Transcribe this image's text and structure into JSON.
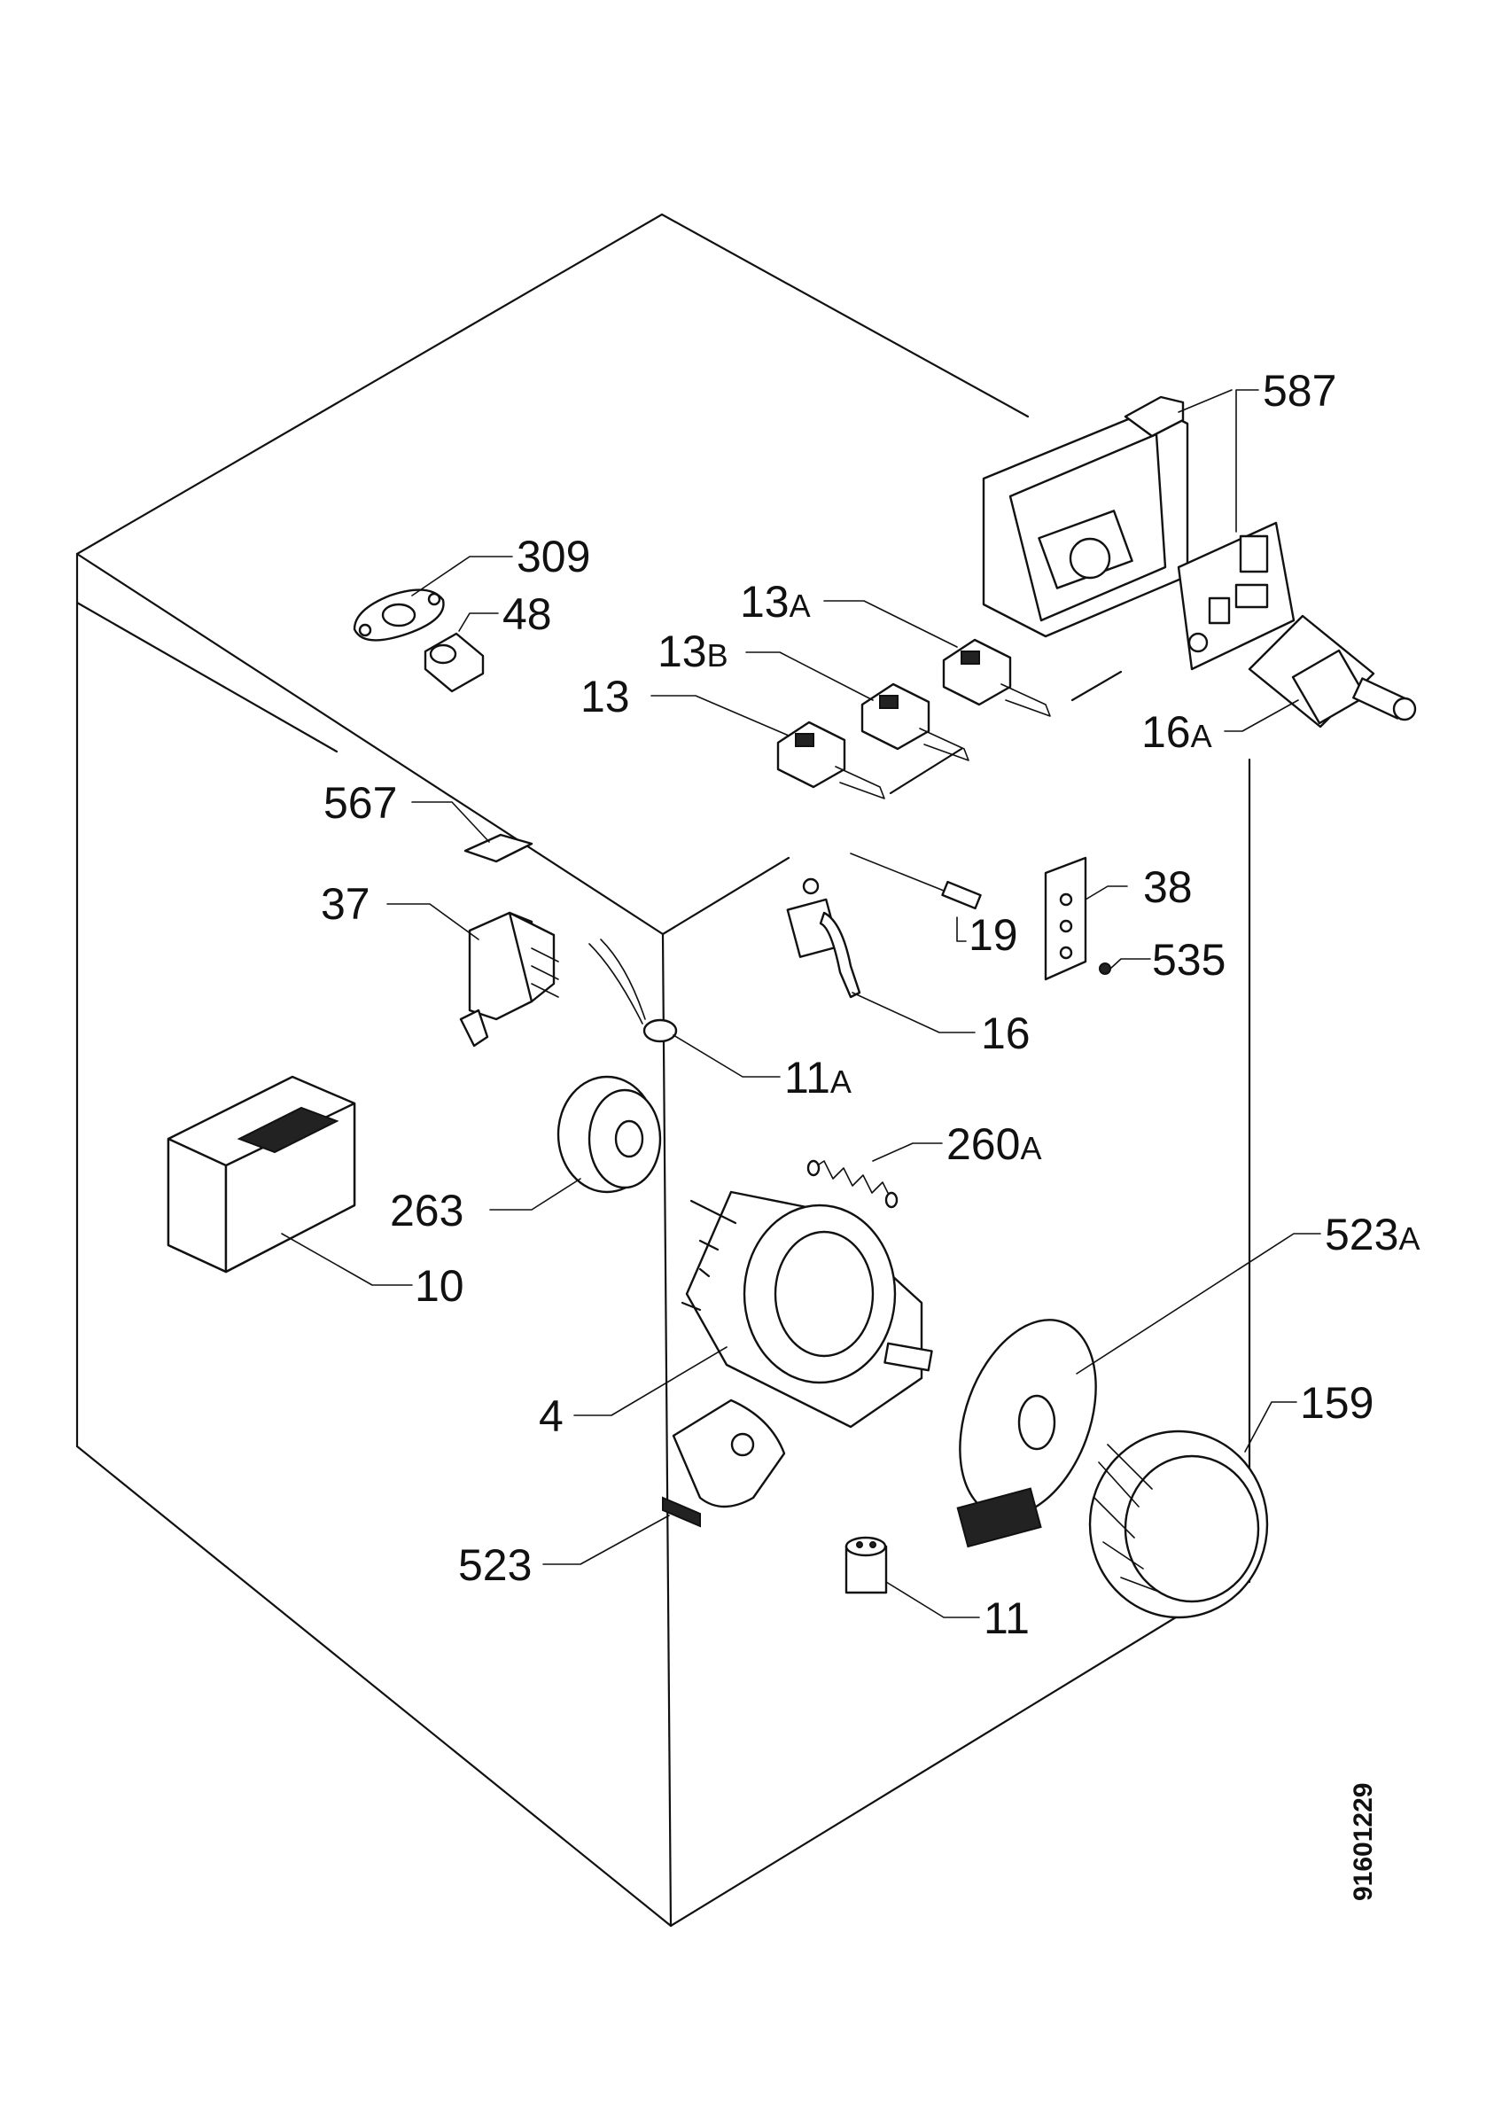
{
  "diagram": {
    "document_id": "91601229",
    "labels": [
      {
        "id": "587",
        "num": "587",
        "suffix": ""
      },
      {
        "id": "309",
        "num": "309",
        "suffix": ""
      },
      {
        "id": "48",
        "num": "48",
        "suffix": ""
      },
      {
        "id": "13A",
        "num": "13",
        "suffix": "A"
      },
      {
        "id": "13B",
        "num": "13",
        "suffix": "B"
      },
      {
        "id": "13",
        "num": "13",
        "suffix": ""
      },
      {
        "id": "16A",
        "num": "16",
        "suffix": "A"
      },
      {
        "id": "567",
        "num": "567",
        "suffix": ""
      },
      {
        "id": "38",
        "num": "38",
        "suffix": ""
      },
      {
        "id": "37",
        "num": "37",
        "suffix": ""
      },
      {
        "id": "19",
        "num": "19",
        "suffix": ""
      },
      {
        "id": "535",
        "num": "535",
        "suffix": ""
      },
      {
        "id": "16",
        "num": "16",
        "suffix": ""
      },
      {
        "id": "11A",
        "num": "11",
        "suffix": "A"
      },
      {
        "id": "260A",
        "num": "260",
        "suffix": "A"
      },
      {
        "id": "263",
        "num": "263",
        "suffix": ""
      },
      {
        "id": "523A",
        "num": "523",
        "suffix": "A"
      },
      {
        "id": "10",
        "num": "10",
        "suffix": ""
      },
      {
        "id": "159",
        "num": "159",
        "suffix": ""
      },
      {
        "id": "4",
        "num": "4",
        "suffix": ""
      },
      {
        "id": "523",
        "num": "523",
        "suffix": ""
      },
      {
        "id": "11",
        "num": "11",
        "suffix": ""
      }
    ]
  }
}
